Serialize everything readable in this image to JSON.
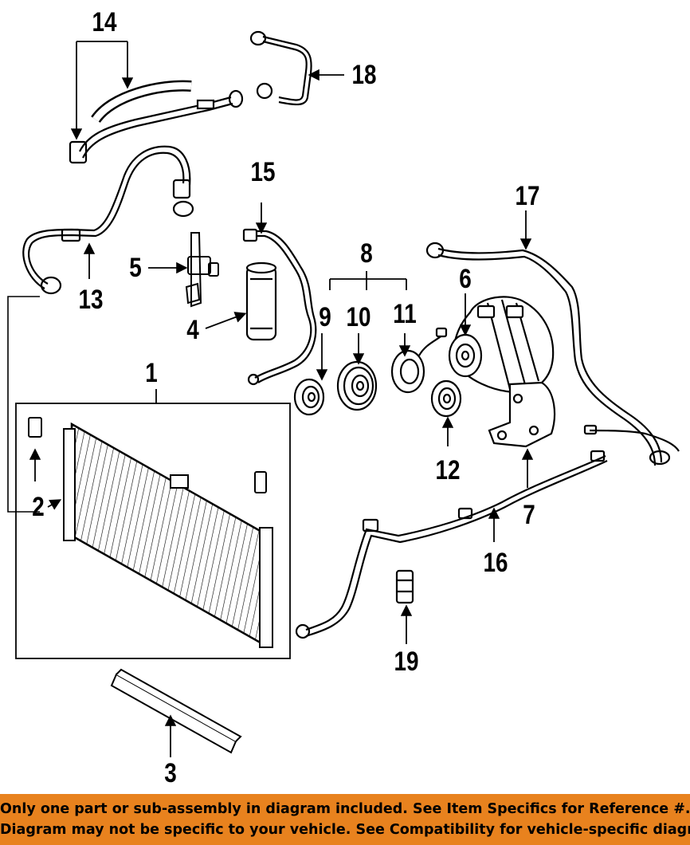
{
  "callouts": {
    "n1": "1",
    "n2": "2",
    "n3": "3",
    "n4": "4",
    "n5": "5",
    "n6": "6",
    "n7": "7",
    "n8": "8",
    "n9": "9",
    "n10": "10",
    "n11": "11",
    "n12": "12",
    "n13": "13",
    "n14": "14",
    "n15": "15",
    "n16": "16",
    "n17": "17",
    "n18": "18",
    "n19": "19"
  },
  "banner": {
    "line1": "Only one part or sub-assembly in diagram included. See Item Specifics for Reference #.",
    "line2": "Diagram may not be specific to your vehicle. See Compatibility for vehicle-specific diagrams."
  },
  "colors": {
    "banner_bg": "#e8821e",
    "line": "#000000"
  }
}
